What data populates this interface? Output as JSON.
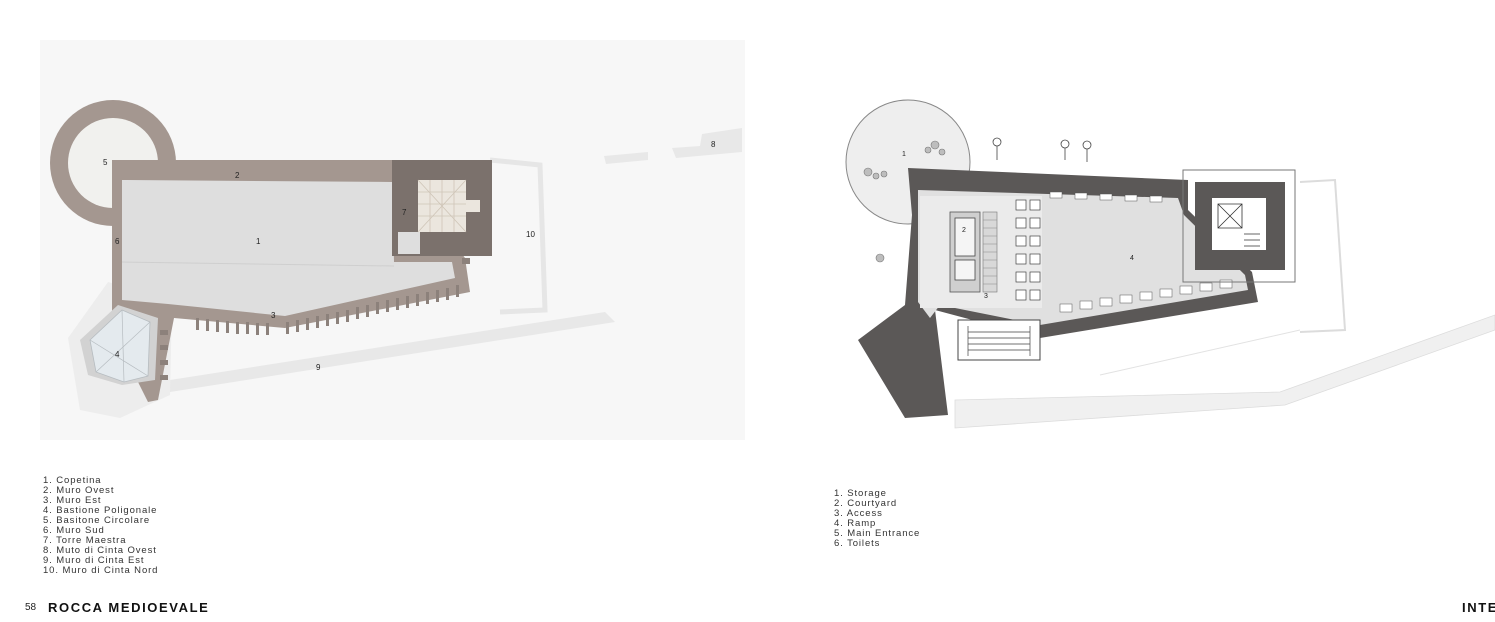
{
  "page_number": "58",
  "running_title": "ROCCA MEDIOEVALE",
  "running_title_right": "INTE",
  "left_plan": {
    "labels": [
      "1",
      "2",
      "3",
      "4",
      "5",
      "6",
      "7",
      "8",
      "9",
      "10"
    ]
  },
  "left_legend": [
    "1. Copetina",
    "2. Muro Ovest",
    "3. Muro Est",
    "4. Bastione Poligonale",
    "5. Basitone Circolare",
    "6. Muro Sud",
    "7. Torre Maestra",
    "8. Muto di Cinta Ovest",
    "9. Muro di Cinta Est",
    "10. Muro di Cinta Nord"
  ],
  "right_plan": {
    "labels": [
      "1",
      "2",
      "3",
      "4"
    ]
  },
  "right_legend": [
    "1. Storage",
    "2. Courtyard",
    "3. Access",
    "4. Ramp",
    "5. Main Entrance",
    "6. Toilets"
  ],
  "colors": {
    "wall_existing": "#a49790",
    "wall_new": "#5b5857",
    "floor": "#dedede",
    "tower_wall": "#7b716c",
    "ground": "#f7f7f7"
  }
}
